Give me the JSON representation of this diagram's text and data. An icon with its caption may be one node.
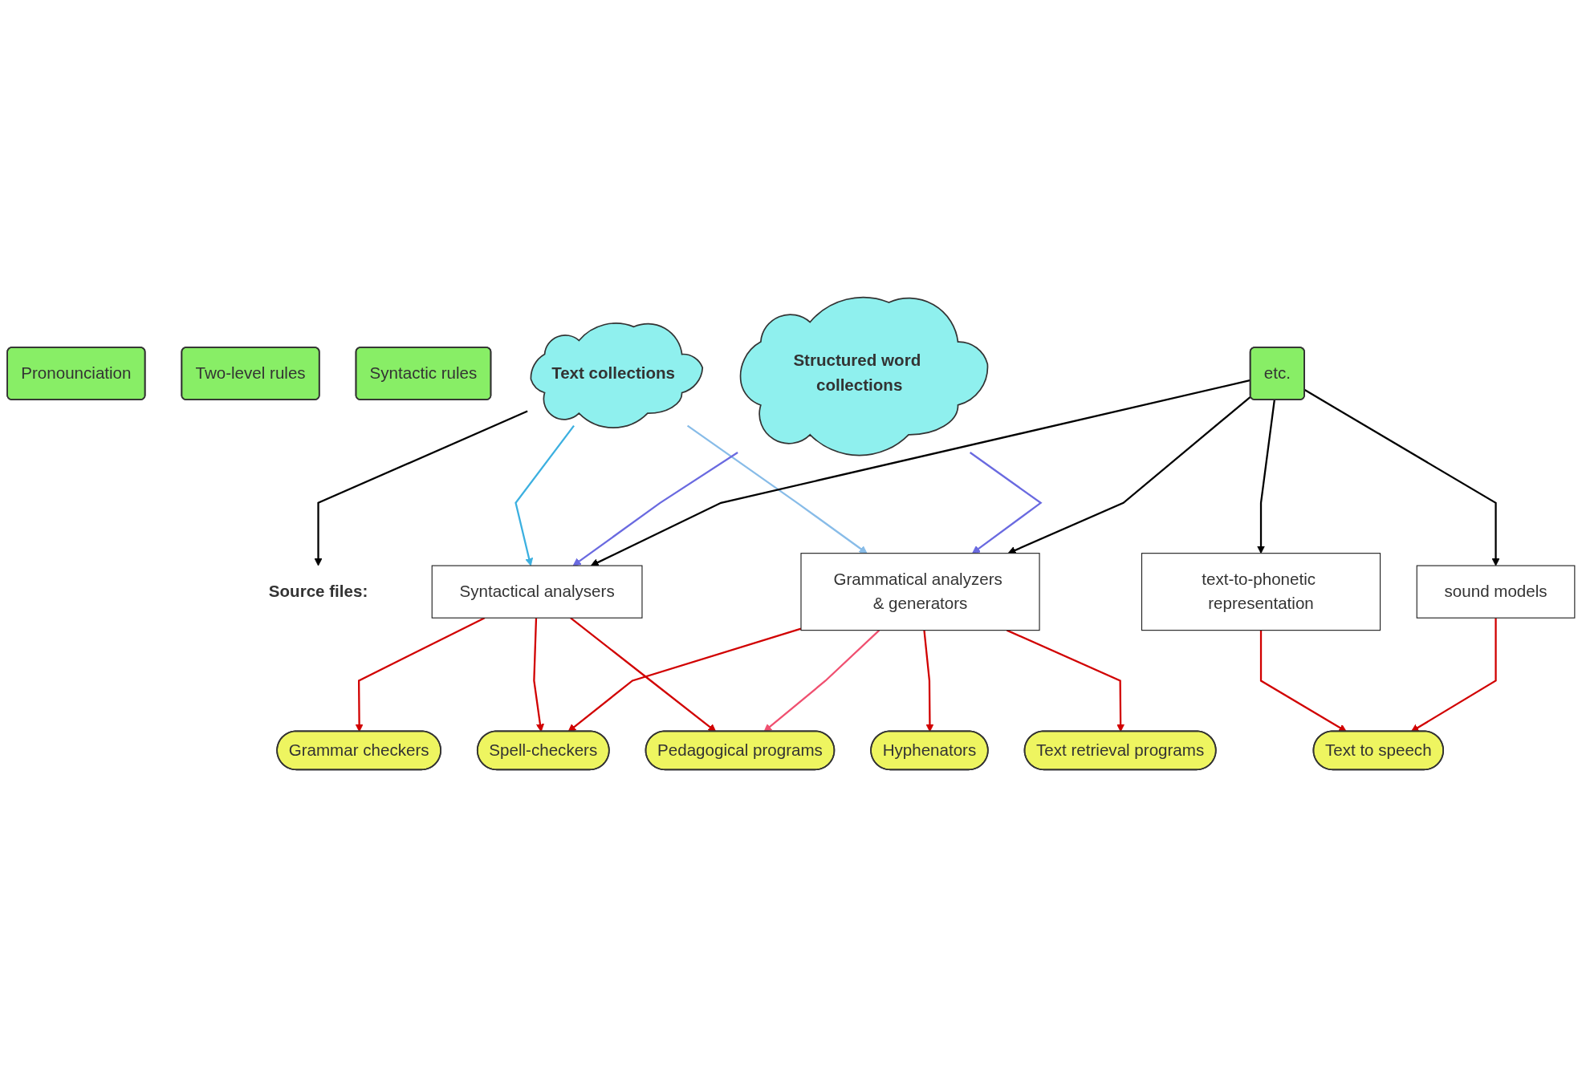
{
  "diagram": {
    "nodes": [
      {
        "text": [
          "Text collections"
        ]
      },
      {
        "text": [
          "Structured word collections"
        ]
      },
      {
        "text": [
          "Source files:"
        ]
      },
      {
        "text": [
          "Pronounciation"
        ]
      },
      {
        "text": [
          "Two-level rules"
        ]
      },
      {
        "text": [
          "Syntactic rules"
        ]
      },
      {
        "text": [
          "etc."
        ]
      },
      {
        "text": [
          "Syntactical analysers"
        ]
      },
      {
        "text": [
          "Grammatical analyzers & generators"
        ]
      },
      {
        "text": [
          "text-to-phonetic representation"
        ]
      },
      {
        "text": [
          "sound models"
        ]
      },
      {
        "text": [
          "Grammar checkers"
        ]
      },
      {
        "text": [
          "Spell-checkers"
        ]
      },
      {
        "text": [
          "Pedagogical programs"
        ]
      },
      {
        "text": [
          "Hyphenators"
        ]
      },
      {
        "text": [
          "Text retrieval programs"
        ]
      },
      {
        "text": [
          "Text to speech"
        ]
      }
    ],
    "edges": [
      {
        "from": 0,
        "to": 2,
        "arrow": "to",
        "color": "#000000"
      },
      {
        "from": 0,
        "to": 7,
        "arrow": "to",
        "color": "#3cb0e0"
      },
      {
        "from": 0,
        "to": 8,
        "arrow": "to",
        "color": "#88bce8"
      },
      {
        "from": 1,
        "to": 7,
        "arrow": "to",
        "color": "#6a6ae0"
      },
      {
        "from": 1,
        "to": 8,
        "arrow": "to",
        "color": "#6a6ae0"
      },
      {
        "from": 6,
        "to": 7,
        "arrow": "to",
        "color": "#000000"
      },
      {
        "from": 6,
        "to": 8,
        "arrow": "to",
        "color": "#000000"
      },
      {
        "from": 6,
        "to": 10,
        "arrow": "to",
        "color": "#000000"
      },
      {
        "from": 6,
        "to": 9,
        "arrow": "to",
        "color": "#000000"
      },
      {
        "from": 7,
        "to": 11,
        "arrow": "to"
      },
      {
        "from": 7,
        "to": 12,
        "arrow": "to"
      },
      {
        "from": 7,
        "to": 13,
        "arrow": "to"
      },
      {
        "from": 8,
        "to": 12,
        "arrow": "to"
      },
      {
        "from": 8,
        "to": 13,
        "arrow": "to",
        "color": "#f05070"
      },
      {
        "from": 8,
        "to": 14,
        "arrow": "to"
      },
      {
        "from": 8,
        "to": 15,
        "arrow": "to"
      },
      {
        "from": 9,
        "to": 16,
        "arrow": "to"
      },
      {
        "from": 10,
        "to": 16,
        "arrow": "to"
      }
    ]
  }
}
